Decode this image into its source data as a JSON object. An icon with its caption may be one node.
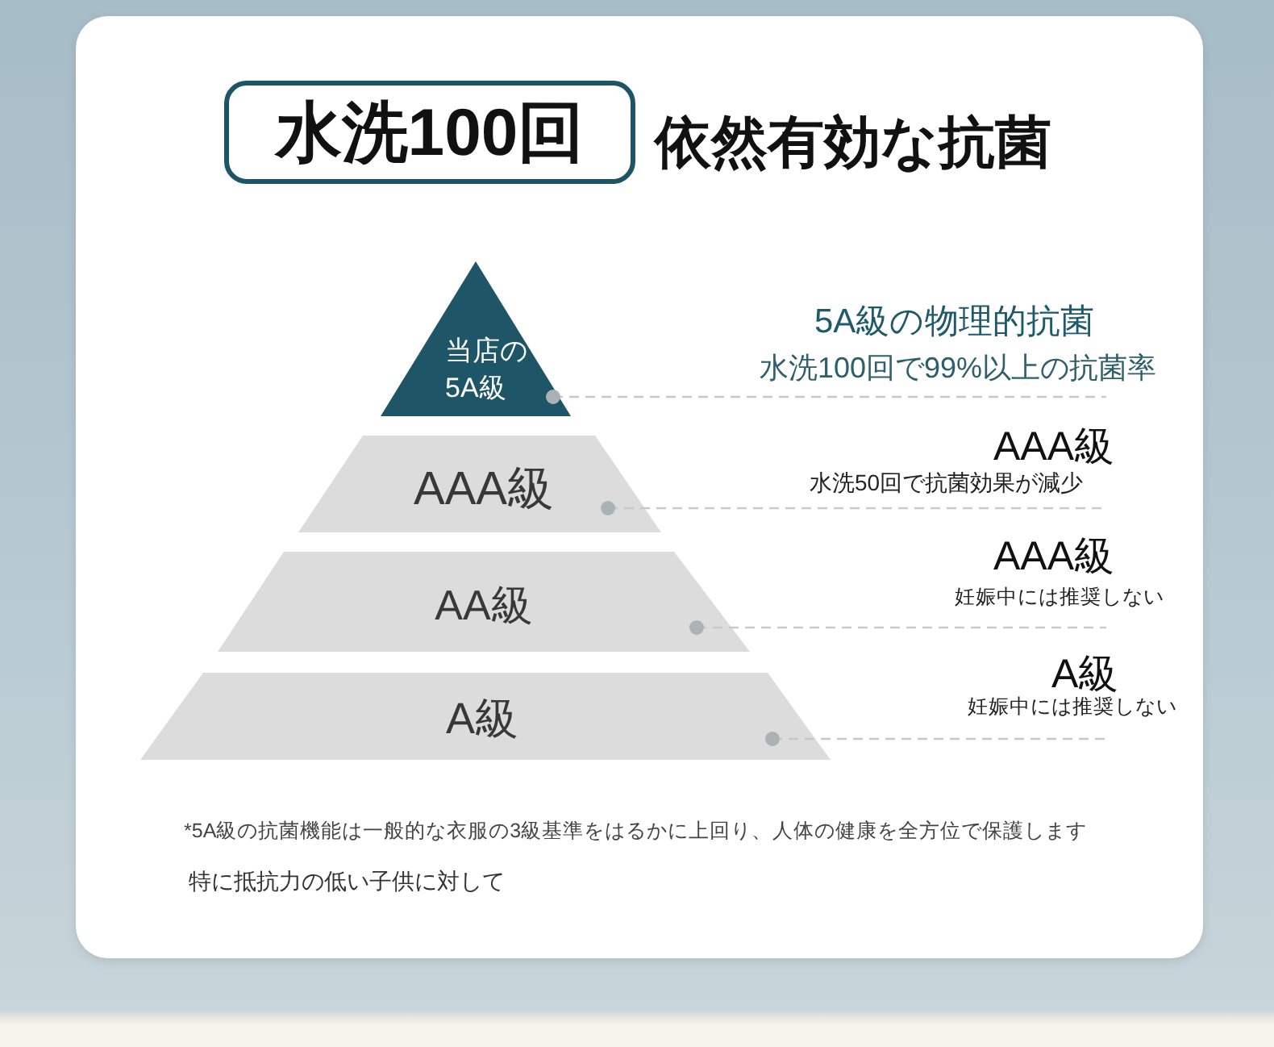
{
  "diagram": {
    "title": "依然有効な抗菌",
    "nodes": [
      {
        "text": [
          "水洗100回"
        ]
      },
      {
        "text": [
          "当店の5A級"
        ]
      },
      {
        "text": [
          "AAA級"
        ]
      },
      {
        "text": [
          "AA級"
        ]
      },
      {
        "text": [
          "A級"
        ]
      },
      {
        "text": [
          "5A級の物理的抗菌",
          "水洗100回で99%以上の抗菌率"
        ]
      },
      {
        "text": [
          "AAA級",
          "水洗50回で抗菌効果が減少"
        ]
      },
      {
        "text": [
          "AAA級",
          "妊娠中には推奨しない"
        ]
      },
      {
        "text": [
          "A級",
          "妊娠中には推奨しない"
        ]
      }
    ],
    "edges": [
      {
        "from": 1,
        "to": 5,
        "arrow": "other",
        "style": "dashed"
      },
      {
        "from": 2,
        "to": 6,
        "arrow": "other",
        "style": "dashed"
      },
      {
        "from": 3,
        "to": 7,
        "arrow": "other",
        "style": "dashed"
      },
      {
        "from": 4,
        "to": 8,
        "arrow": "other",
        "style": "dashed"
      }
    ],
    "labels": [
      "*5A級の抗菌機能は一般的な衣服の3級基準をはるかに上回り、人体の健康を全方位で保護します",
      "特に抵抗力の低い子供に対して"
    ]
  }
}
